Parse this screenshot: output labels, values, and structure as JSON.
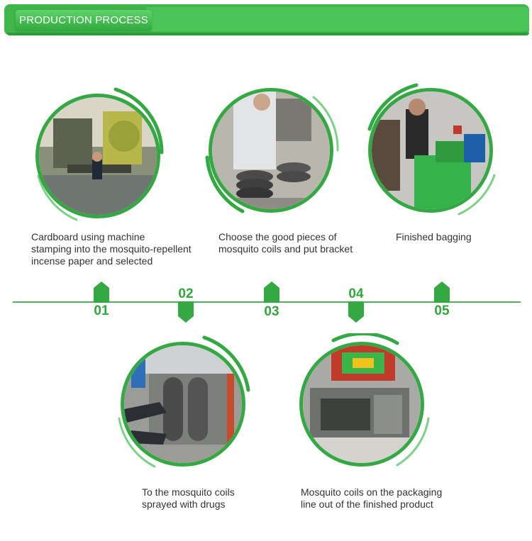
{
  "header": {
    "title": "PRODUCTION PROCESS"
  },
  "colors": {
    "brand_green": "#34a843",
    "light_green": "#4cc558",
    "text": "#333333"
  },
  "steps": [
    {
      "number": "01",
      "caption": "Cardboard using machine\nstamping into the mosquito-repellent\nincense paper and selected",
      "photo": "stamping-machine-photo"
    },
    {
      "number": "02",
      "caption": "To the mosquito coils\nsprayed with drugs",
      "photo": "spraying-photo"
    },
    {
      "number": "03",
      "caption": "Choose the good pieces of\nmosquito coils and put bracket",
      "photo": "selecting-coils-photo"
    },
    {
      "number": "04",
      "caption": "Mosquito coils on the packaging\nline out of the finished product",
      "photo": "packaging-line-photo"
    },
    {
      "number": "05",
      "caption": "Finished bagging",
      "photo": "bagging-photo"
    }
  ]
}
